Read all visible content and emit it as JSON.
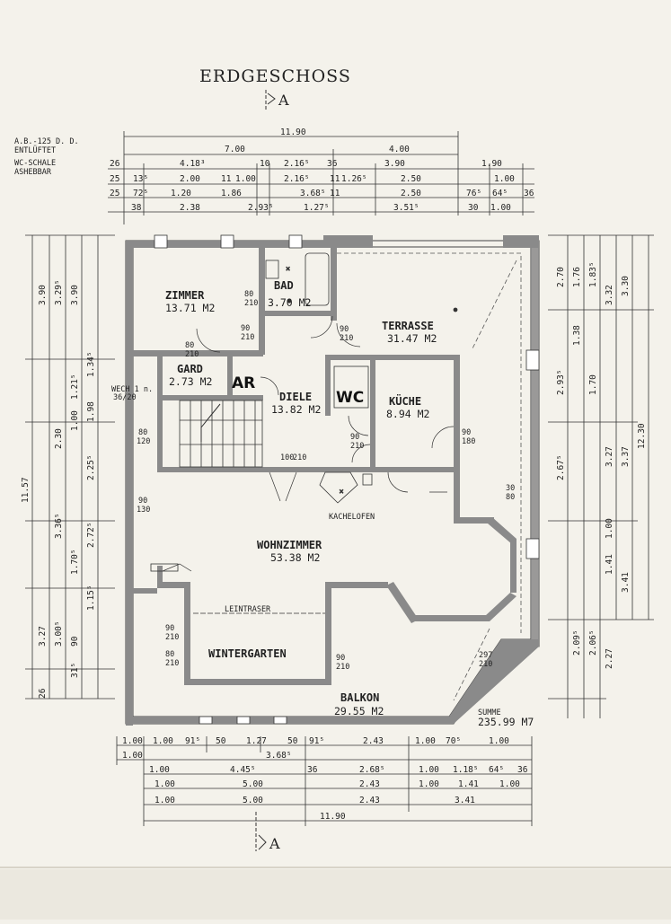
{
  "title": "ERDGESCHOSS",
  "section_marker": "A",
  "notes": [
    "A.B.-125 D. D.",
    "ENTLÜFTET",
    "WC-SCHALE",
    "ASHEBBAR"
  ],
  "rooms": {
    "zimmer": {
      "name": "ZIMMER",
      "area": "13.71 M2"
    },
    "bad": {
      "name": "BAD",
      "area": "3.70 M2"
    },
    "terrasse": {
      "name": "TERRASSE",
      "area": "31.47 M2"
    },
    "gard": {
      "name": "GARD",
      "area": "2.73 M2"
    },
    "diele": {
      "name": "DIELE",
      "area": "13.82 M2"
    },
    "kueche": {
      "name": "KÜCHE",
      "area": "8.94 M2"
    },
    "wohnzimmer": {
      "name": "WOHNZIMMER",
      "area": "53.38 M2"
    },
    "wintergarten": {
      "name": "WINTERGARTEN",
      "area": ""
    },
    "balkon": {
      "name": "BALKON",
      "area": "29.55 M2"
    }
  },
  "handwritten": {
    "ar": "AR",
    "wc": "WC"
  },
  "labels": {
    "kachelofen": "KACHELOFEN",
    "leintraser": "LEINTRASER",
    "total_area": "235.99 M7",
    "total_label": "SUMME",
    "wechsel": "WECH 1 n.",
    "wechsel2": "36/20"
  },
  "door_labels": [
    "80",
    "210",
    "80",
    "210",
    "90",
    "210",
    "90",
    "210",
    "80",
    "120",
    "90",
    "130",
    "90",
    "210",
    "80",
    "210",
    "90",
    "210",
    "100",
    "210",
    "90",
    "180",
    "30",
    "80",
    "90",
    "210",
    "297",
    "210"
  ],
  "dims_top": {
    "total": "11.90",
    "row1": [
      "7.00",
      "4.00"
    ],
    "row2": [
      "26",
      "4.18³",
      "10",
      "2.16⁵",
      "36",
      "3.90",
      "1.90"
    ],
    "row3": [
      "25",
      "13⁵",
      "2.00",
      "11",
      "1.00",
      "2.16⁵",
      "11",
      "1.26⁵",
      "2.50",
      "1.00"
    ],
    "row4": [
      "25",
      "72⁵",
      "1.20",
      "1.86",
      "3.68⁵",
      "11",
      "2.50",
      "76⁵",
      "64⁵",
      "36"
    ],
    "row5": [
      "38",
      "2.38",
      "2.93⁵",
      "1.27⁵",
      "3.51⁵",
      "30",
      "1.00"
    ]
  },
  "dims_bottom": {
    "row1": [
      "1.00",
      "1.00",
      "91⁵",
      "50",
      "1.27",
      "50",
      "91⁵",
      "2.43",
      "1.00",
      "70⁵",
      "1.00"
    ],
    "row2": [
      "1.00",
      "3.68⁵"
    ],
    "row3": [
      "1.00",
      "4.45⁵",
      "36",
      "2.68⁵",
      "1.00",
      "1.18⁵",
      "64⁵",
      "36"
    ],
    "row4": [
      "1.00",
      "5.00",
      "2.43",
      "1.00",
      "1.41",
      "1.00"
    ],
    "row5": [
      "1.00",
      "5.00",
      "2.43",
      "3.41"
    ],
    "total": "11.90"
  },
  "dims_left": {
    "total": "11.57",
    "items": [
      "3.90",
      "3.29⁵",
      "3.90",
      "1.34⁵",
      "1.21⁵",
      "2.30",
      "1.00",
      "1.98",
      "2.25⁵",
      "3.36⁵",
      "2.72⁵",
      "1.70⁵",
      "1.15⁵",
      "3.27",
      "3.00⁵",
      "90",
      "31⁵",
      "26"
    ]
  },
  "dims_right": {
    "total": "12.30",
    "items": [
      "2.70",
      "1.76",
      "1.83⁵",
      "3.32",
      "3.30",
      "1.38",
      "1.70",
      "2.93⁵",
      "3.27",
      "3.37",
      "2.67⁵",
      "1.41",
      "3.41",
      "1.00",
      "2.27",
      "2.09⁵",
      "2.06⁵"
    ]
  }
}
